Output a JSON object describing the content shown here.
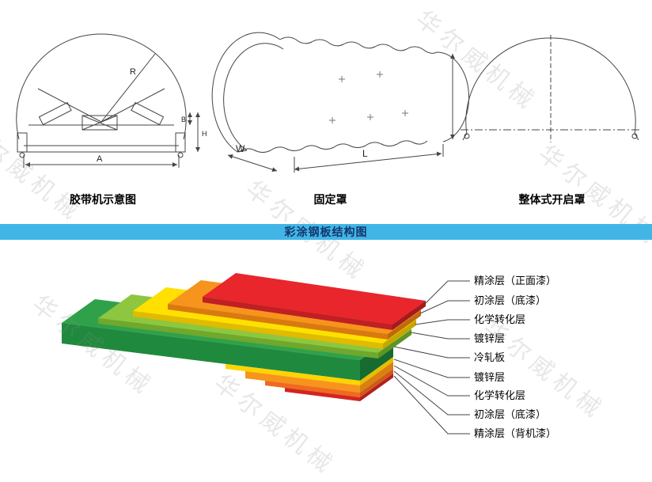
{
  "watermark": {
    "text": "华尔威机械"
  },
  "diagrams": {
    "belt": {
      "caption": "胶带机示意图",
      "labels": {
        "r": "R",
        "a": "A",
        "b": "B",
        "h": "H"
      }
    },
    "fixed_cover": {
      "caption": "固定罩",
      "labels": {
        "w": "W",
        "l": "L"
      }
    },
    "open_cover": {
      "caption": "整体式开启罩"
    }
  },
  "banner": {
    "title": "彩涂钢板结构图"
  },
  "structure": {
    "layer_labels": [
      "精涂层（正面漆）",
      "初涂层（底漆）",
      "化学转化层",
      "镀锌层",
      "冷轧板",
      "镀锌层",
      "化学转化层",
      "初涂层（底漆）",
      "精涂层（背机漆）"
    ],
    "colors": {
      "red": "#e8262c",
      "orange": "#f7941d",
      "yellow": "#ffd400",
      "light_green": "#8ec63f",
      "green": "#2fa14b",
      "banner_blue": "#41b6e6"
    }
  }
}
